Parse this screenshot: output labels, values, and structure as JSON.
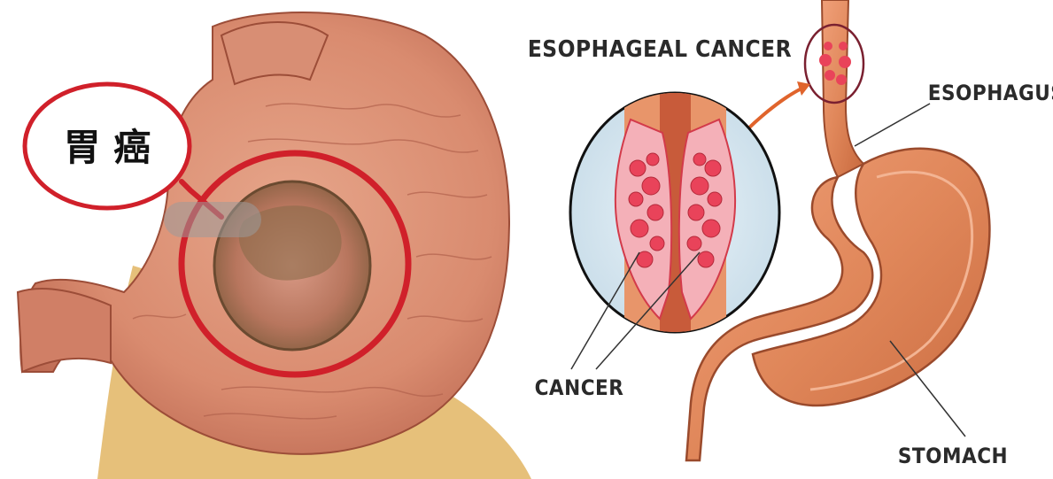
{
  "left_panel": {
    "callout_text": "胃 癌",
    "accent_color": "#d0202a"
  },
  "right_panel": {
    "title": "ESOPHAGEAL CANCER",
    "labels": {
      "esophagus": "ESOPHAGUS",
      "cancer": "CANCER",
      "stomach": "STOMACH"
    },
    "organ_color": "#e0875a",
    "tumor_color": "#e9435a",
    "arrow_color": "#e0642c"
  }
}
